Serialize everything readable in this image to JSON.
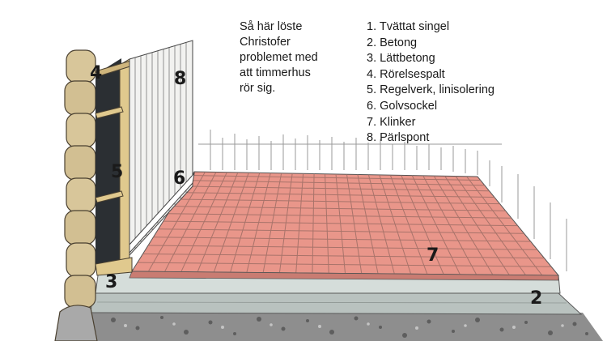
{
  "caption": {
    "lines": [
      "Så här löste",
      "Christofer",
      "problemet med",
      "att timmerhus",
      "rör sig."
    ]
  },
  "legend": {
    "items": [
      "1. Tvättat singel",
      "2. Betong",
      "3. Lättbetong",
      "4. Rörelsespalt",
      "5. Regelverk, linisolering",
      "6. Golvsockel",
      "7. Klinker",
      "8. Pärlspont"
    ]
  },
  "callouts": {
    "n2": "2",
    "n3": "3",
    "n4": "4",
    "n5": "5",
    "n6": "6",
    "n7": "7",
    "n8": "8"
  },
  "colors": {
    "tile": "#e9968a",
    "tile_grout": "#a8736a",
    "concrete": "#c8d2cf",
    "gravel": "#8e8e8e",
    "log_wall": "#d8c69a",
    "stud_wood": "#e0c98e",
    "paneling": "#f2f2f0",
    "ink": "#1a1a1a"
  }
}
